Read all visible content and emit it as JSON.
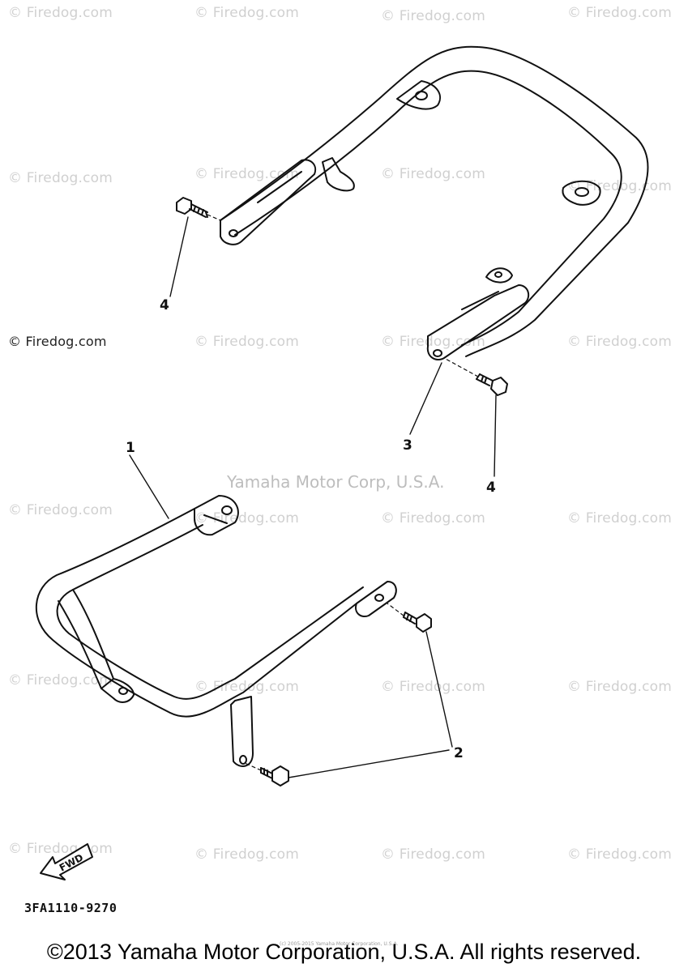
{
  "watermark": "© Firedog.com",
  "center_watermark": "Yamaha Motor Corp, U.S.A.",
  "tiny_copyright": "(c) 2005-2015 Yamaha Motor Corporation, U.S.A.",
  "callouts": {
    "c1": "1",
    "c2": "2",
    "c3": "3",
    "c4a": "4",
    "c4b": "4"
  },
  "fwd_label": "FWD",
  "part_code": "3FA1110-9270",
  "copyright": "©2013 Yamaha Motor Corporation, U.S.A. All rights reserved.",
  "colors": {
    "line": "#111111",
    "watermark": "#d0d0d0",
    "background": "#ffffff"
  }
}
